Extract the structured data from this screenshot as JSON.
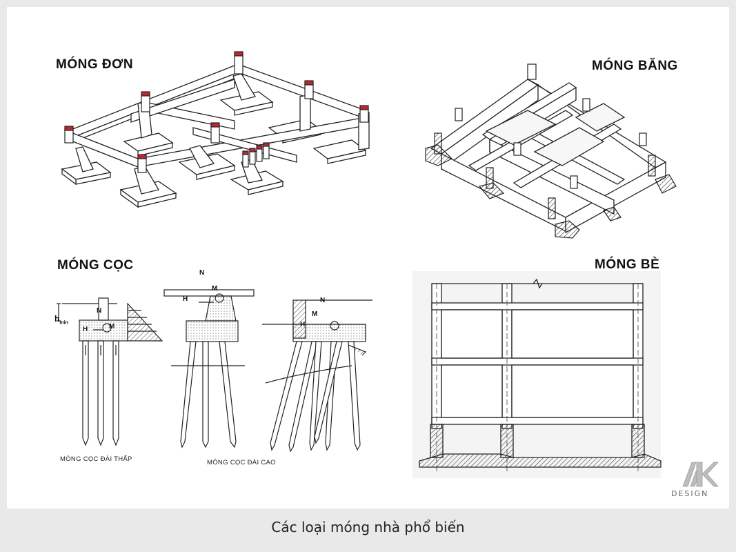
{
  "panels": {
    "mong_don": {
      "title": "MÓNG ĐƠN"
    },
    "mong_bang": {
      "title": "MÓNG BĂNG"
    },
    "mong_coc": {
      "title": "MÓNG CỌC",
      "low_cap_label": "MÓNG CỌC ĐÀI THẤP",
      "high_cap_label": "MÓNG CỌC ĐÀI CAO",
      "symbols": {
        "n": "N",
        "h": "H",
        "m": "M",
        "hmin": "h",
        "hmin_sub": "min"
      }
    },
    "mong_be": {
      "title": "MÓNG BÈ"
    }
  },
  "caption": "Các loại móng nhà phổ biến",
  "logo": {
    "text": "DESIGN",
    "icon": "ak-logo-icon"
  },
  "colors": {
    "background": "#e9e9e9",
    "panel": "#ffffff",
    "column_cap": "#c0272d",
    "line": "#222222"
  }
}
